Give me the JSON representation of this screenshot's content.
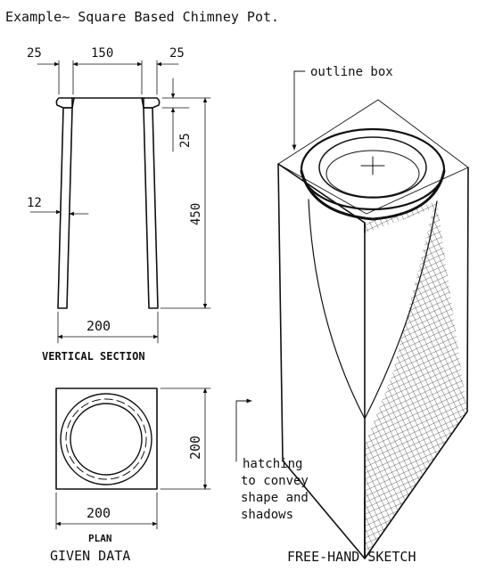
{
  "title": "Example~  Square Based Chimney Pot.",
  "vertical_section": {
    "caption": "VERTICAL SECTION",
    "dims": {
      "rim_left": "25",
      "inner_top": "150",
      "rim_right": "25",
      "rim_height": "25",
      "height": "450",
      "wall": "12",
      "base_width": "200"
    }
  },
  "plan": {
    "caption": "PLAN",
    "dims": {
      "width": "200",
      "depth": "200"
    }
  },
  "given_data_label": "GIVEN DATA",
  "sketch": {
    "caption": "FREE-HAND SKETCH",
    "outline_label": "outline box",
    "hatch_note": [
      "hatching",
      "to convey",
      "shape and",
      "shadows"
    ]
  }
}
